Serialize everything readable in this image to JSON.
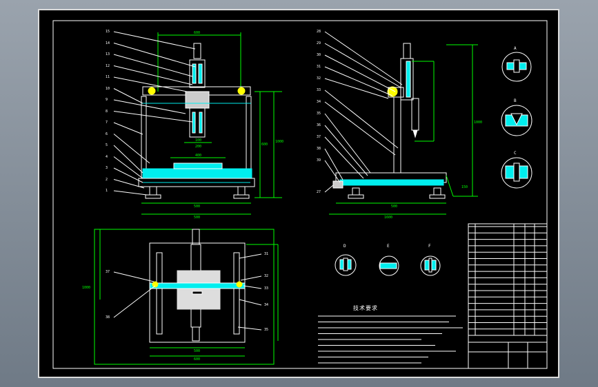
{
  "colors": {
    "background": "#000000",
    "part_outline": "#ffffff",
    "dimension": "#00ff00",
    "fill_detail": "#00e5ff",
    "sheet_border": "#dcdcdc",
    "desktop": "#8f99a4"
  },
  "front_view": {
    "part_numbers": [
      "15",
      "14",
      "13",
      "12",
      "11",
      "10",
      "9",
      "8",
      "7",
      "6",
      "5",
      "4",
      "3",
      "2",
      "1"
    ],
    "dims": {
      "top": "600",
      "bottom1": "500",
      "bottom2": "500",
      "height1": "600",
      "height2": "1000",
      "mid": "400",
      "small1": "100",
      "small2": "200"
    }
  },
  "side_view": {
    "part_numbers": [
      "28",
      "29",
      "30",
      "31",
      "32",
      "33",
      "34",
      "35",
      "36",
      "37",
      "38",
      "39",
      "27"
    ],
    "dims": {
      "height": "1000",
      "bottom1": "500",
      "bottom2": "1600",
      "right": "150"
    }
  },
  "top_view": {
    "left_part_numbers": [
      "37",
      "38"
    ],
    "right_part_numbers": [
      "31",
      "32",
      "33",
      "34",
      "35"
    ],
    "dims": {
      "width_bottom": "600",
      "width_inner": "500",
      "height": "1000"
    }
  },
  "details": {
    "right_labels": [
      "A",
      "B",
      "C"
    ],
    "bottom_labels": [
      "D",
      "E",
      "F"
    ]
  },
  "notes": {
    "title": "技术要求"
  }
}
